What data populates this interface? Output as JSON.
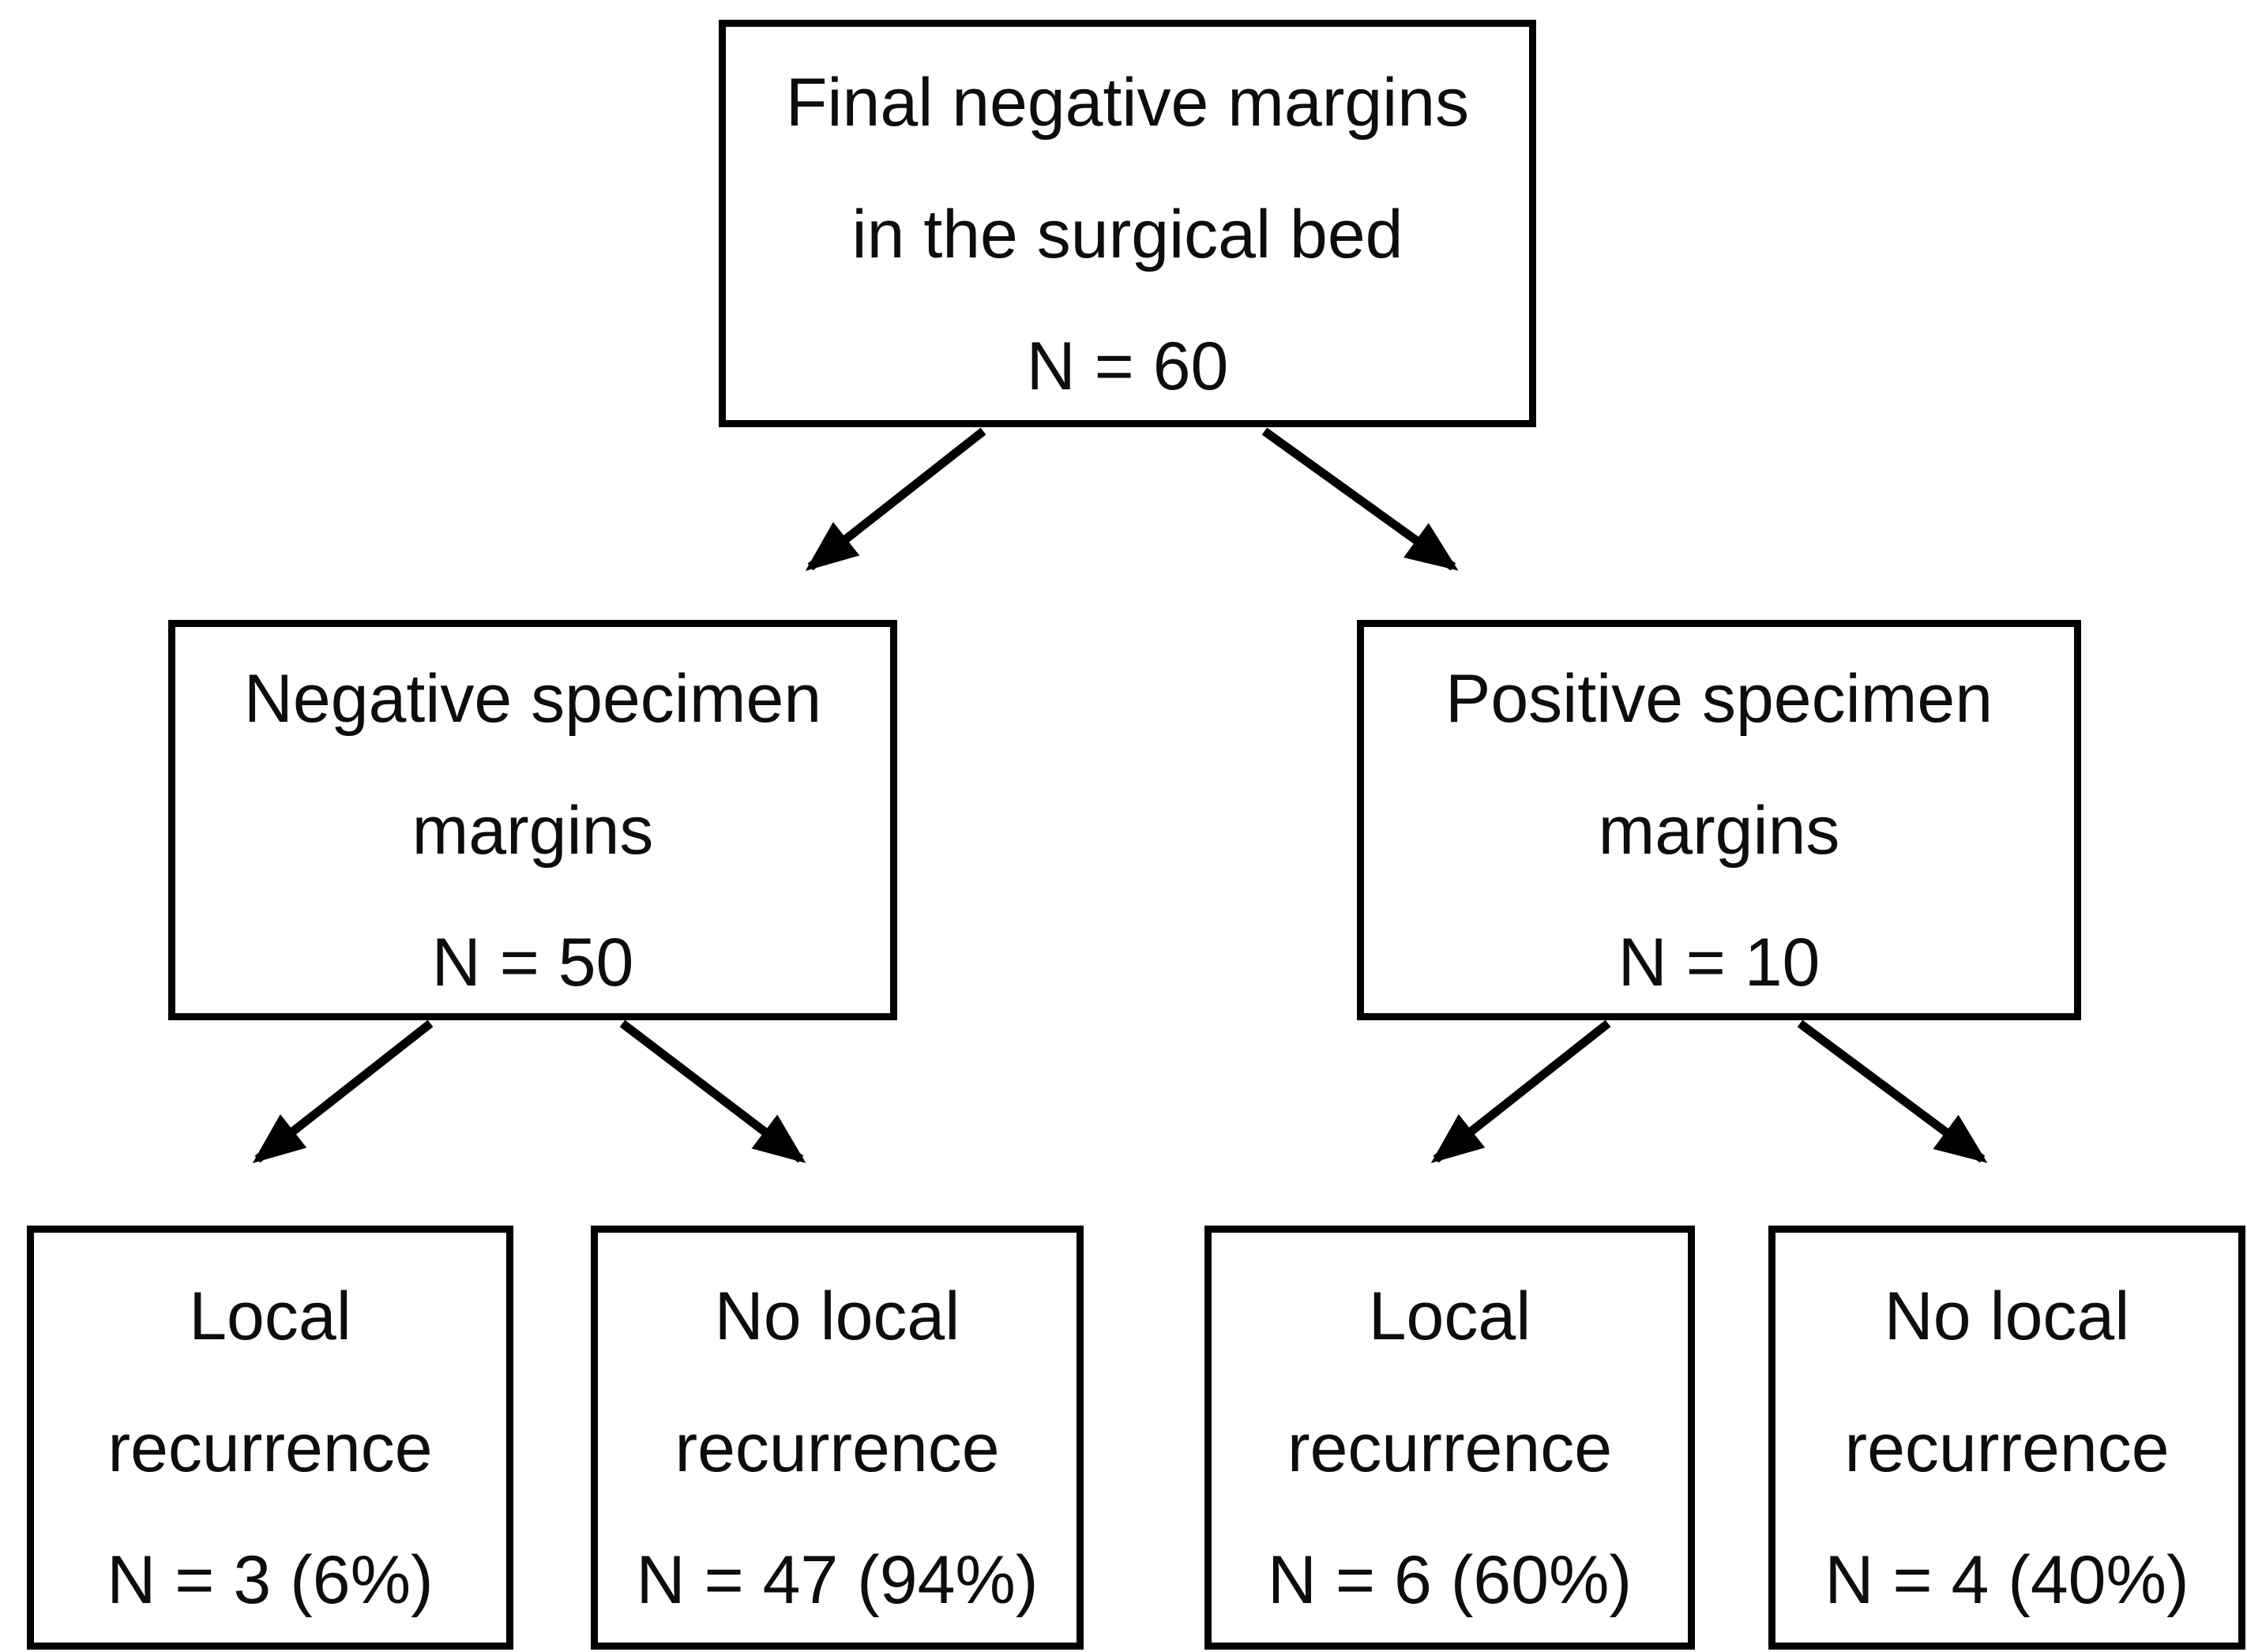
{
  "diagram": {
    "type": "flowchart",
    "colors": {
      "background": "#ffffff",
      "box_border": "#000000",
      "text": "#0d0d0d",
      "arrow": "#000000"
    },
    "nodes": [
      {
        "id": "final-negative-margins",
        "lines": [
          "Final negative margins",
          "in the surgical bed",
          "N = 60"
        ],
        "n": 60
      },
      {
        "id": "negative-specimen-margins",
        "lines": [
          "Negative specimen",
          "margins",
          "N = 50"
        ],
        "n": 50
      },
      {
        "id": "positive-specimen-margins",
        "lines": [
          "Positive specimen",
          "margins",
          "N = 10"
        ],
        "n": 10
      },
      {
        "id": "local-recurrence-negative",
        "lines": [
          "Local",
          "recurrence",
          "N = 3 (6%)"
        ],
        "n": 3,
        "percent": "6%"
      },
      {
        "id": "no-local-recurrence-negative",
        "lines": [
          "No local",
          "recurrence",
          "N = 47 (94%)"
        ],
        "n": 47,
        "percent": "94%"
      },
      {
        "id": "local-recurrence-positive",
        "lines": [
          "Local",
          "recurrence",
          "N = 6 (60%)"
        ],
        "n": 6,
        "percent": "60%"
      },
      {
        "id": "no-local-recurrence-positive",
        "lines": [
          "No local",
          "recurrence",
          "N = 4 (40%)"
        ],
        "n": 4,
        "percent": "40%"
      }
    ],
    "edges": [
      {
        "from": "final-negative-margins",
        "to": "negative-specimen-margins"
      },
      {
        "from": "final-negative-margins",
        "to": "positive-specimen-margins"
      },
      {
        "from": "negative-specimen-margins",
        "to": "local-recurrence-negative"
      },
      {
        "from": "negative-specimen-margins",
        "to": "no-local-recurrence-negative"
      },
      {
        "from": "positive-specimen-margins",
        "to": "local-recurrence-positive"
      },
      {
        "from": "positive-specimen-margins",
        "to": "no-local-recurrence-positive"
      }
    ]
  }
}
